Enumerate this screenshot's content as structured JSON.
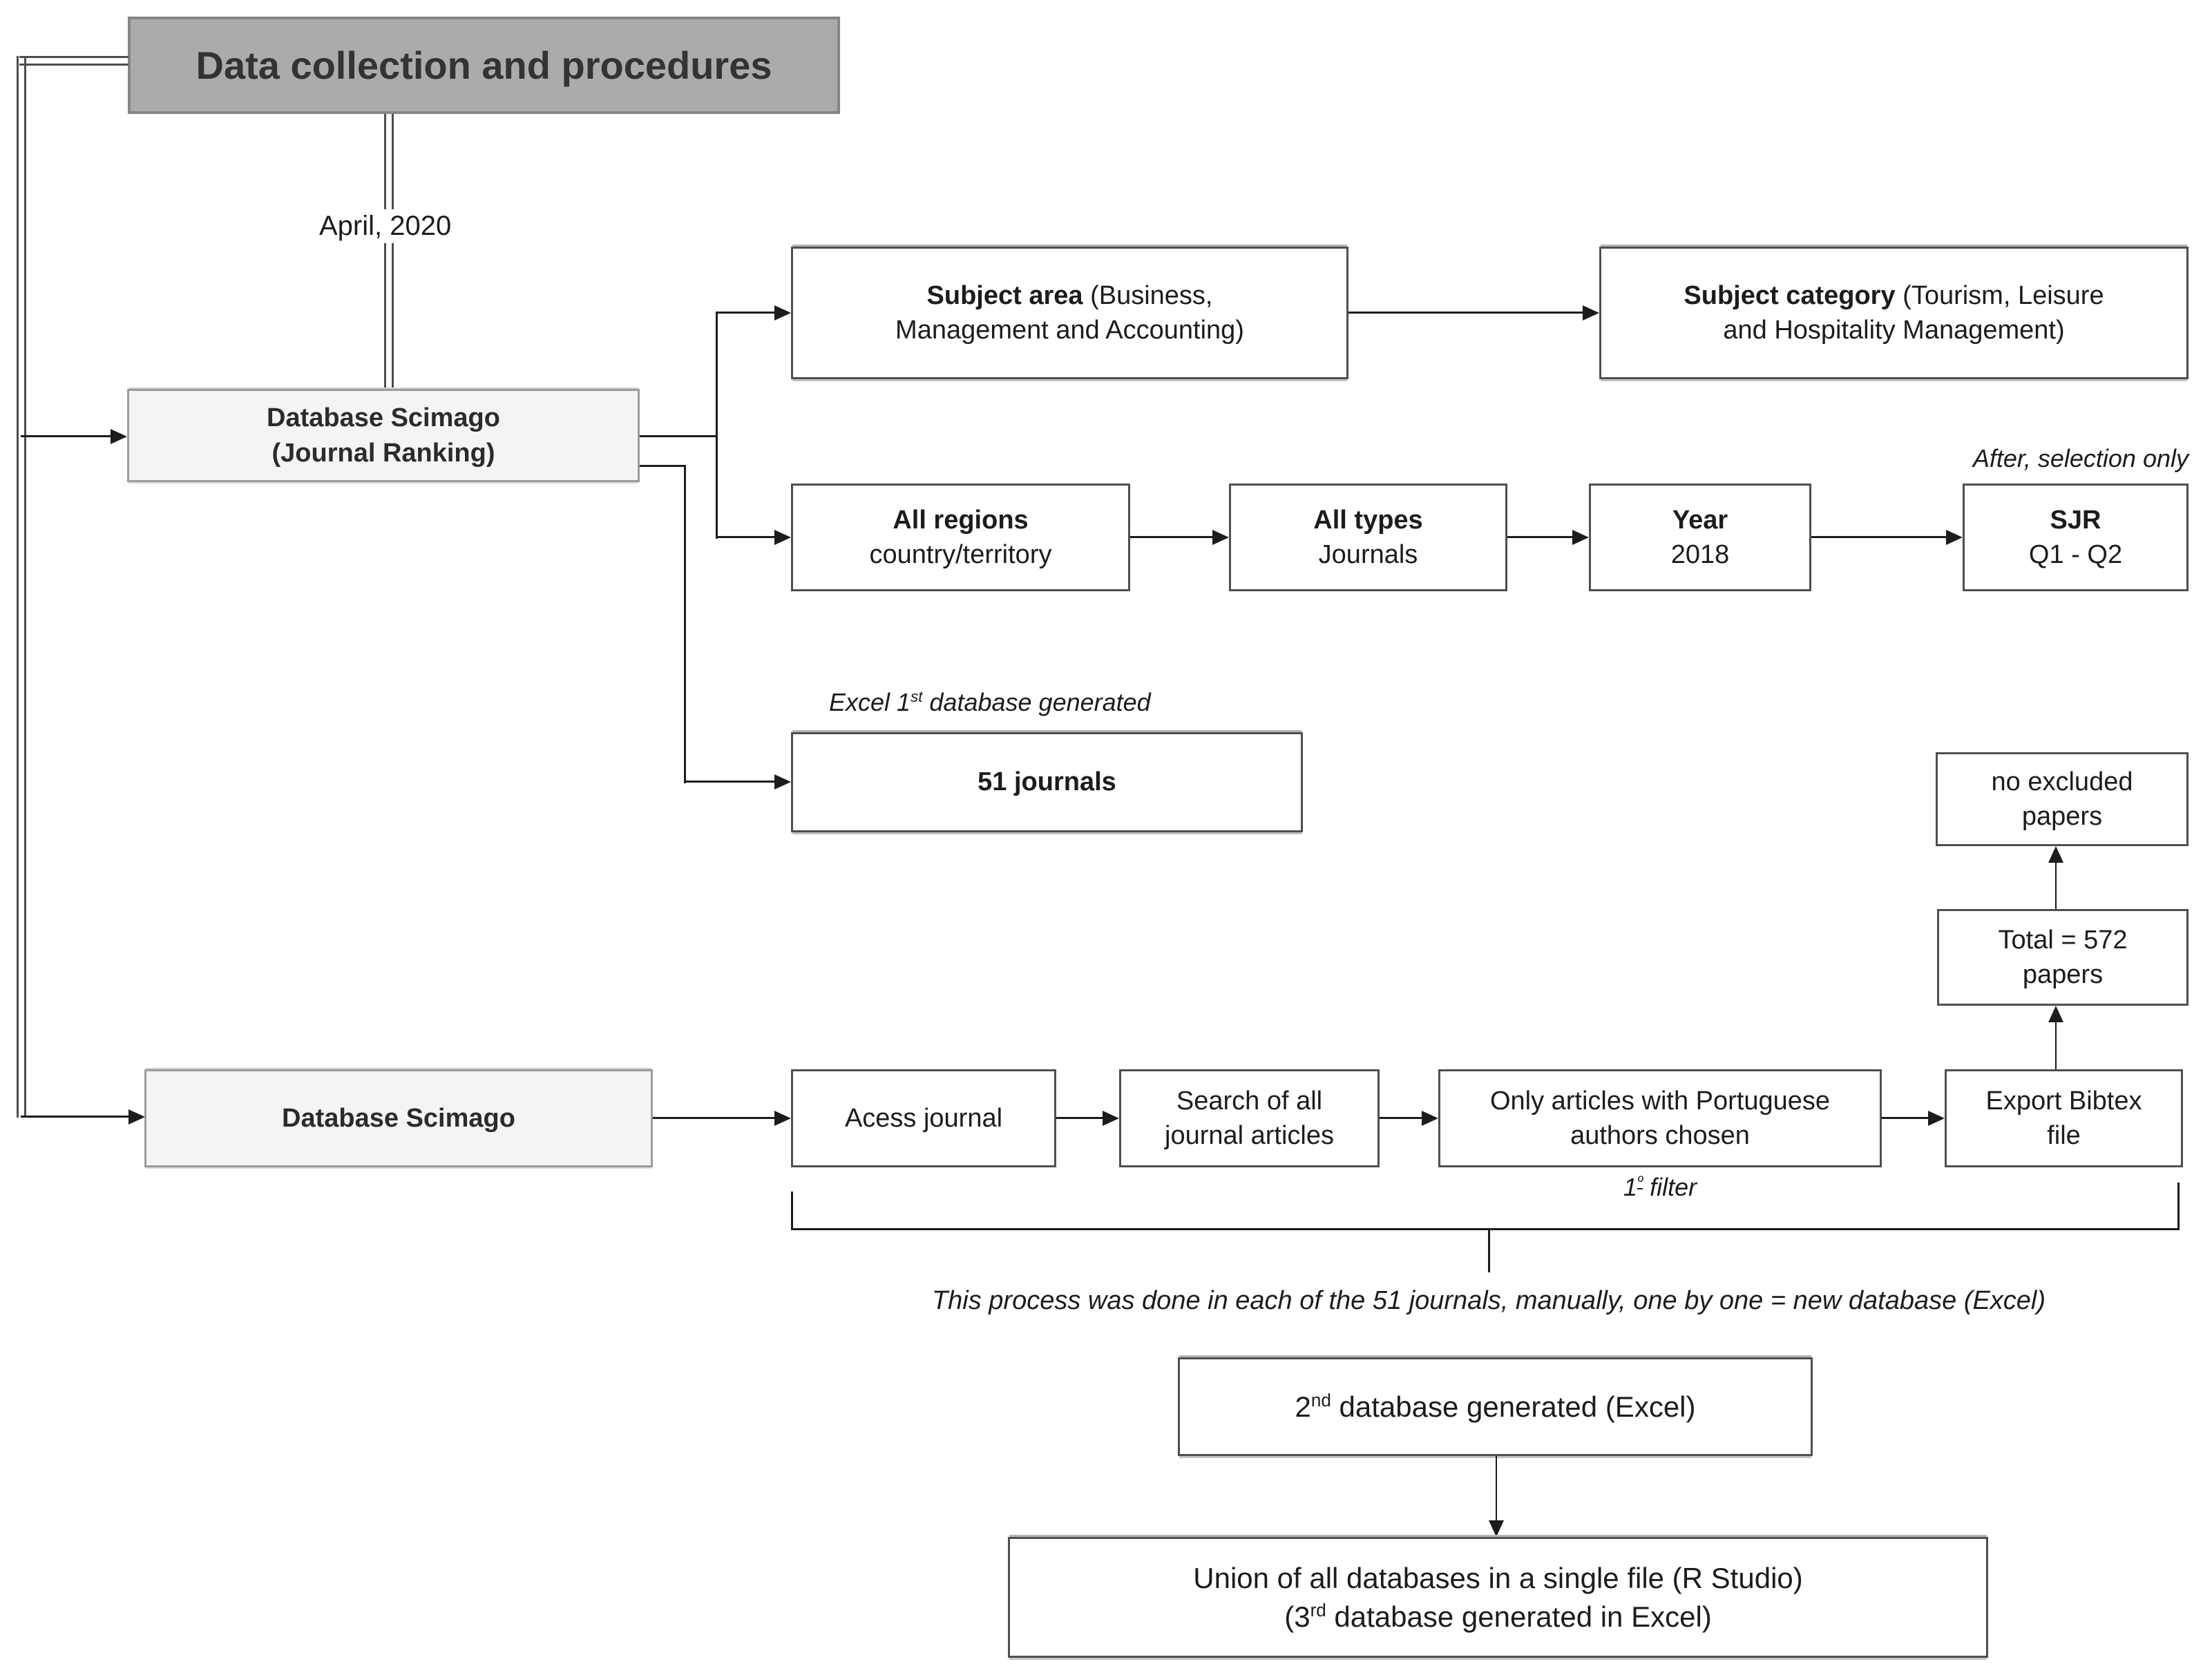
{
  "title": "Data collection and procedures",
  "date_label": "April, 2020",
  "boxes": {
    "db_ranking": {
      "line1": "Database Scimago",
      "line2": "(Journal Ranking)"
    },
    "subject_area": {
      "bold": "Subject area",
      "rest1": " (Business,",
      "rest2": "Management and Accounting)"
    },
    "subject_category": {
      "bold": "Subject category",
      "rest1": " (Tourism, Leisure",
      "rest2": "and Hospitality Management)"
    },
    "all_regions": {
      "line1": "All regions",
      "line2": "country/territory"
    },
    "all_types": {
      "line1": "All types",
      "line2": "Journals"
    },
    "year": {
      "line1": "Year",
      "line2": "2018"
    },
    "sjr": {
      "line1": "SJR",
      "line2": "Q1 - Q2"
    },
    "journals51": {
      "line1": "51 journals"
    },
    "no_excluded": {
      "line1": "no excluded",
      "line2": "papers"
    },
    "total": {
      "line1": "Total = 572",
      "line2": "papers"
    },
    "export_bibtex": {
      "line1": "Export Bibtex",
      "line2": "file"
    },
    "db_scimago2": {
      "line1": "Database Scimago"
    },
    "access_journal": {
      "line1": "Acess journal"
    },
    "search_all": {
      "line1": "Search of all",
      "line2": "journal articles"
    },
    "only_articles": {
      "line1": "Only articles with Portuguese",
      "line2": "authors chosen"
    },
    "db2": {
      "pre": "2",
      "sup": "nd",
      "post": " database generated (Excel)"
    },
    "union": {
      "line1": "Union of all databases in a single file (R Studio)",
      "line2_pre": "(3",
      "line2_sup": "rd",
      "line2_post": " database generated in Excel)"
    }
  },
  "notes": {
    "after_selection": "After, selection only",
    "excel_note": {
      "pre": "Excel 1",
      "sup": "st",
      "post": " database generated"
    },
    "filter_note": {
      "pre": "1",
      "sup": "º",
      "post": " filter"
    },
    "process_note": "This process was done in each of the 51 journals, manually, one by one = new database (Excel)"
  },
  "colors": {
    "title_fill": "#ababab",
    "title_border": "#868686",
    "light_gray_fill": "#f4f4f4",
    "box_border": "#4f4f4f",
    "line": "#1c1c1c",
    "rail": "#4d4d4d"
  }
}
